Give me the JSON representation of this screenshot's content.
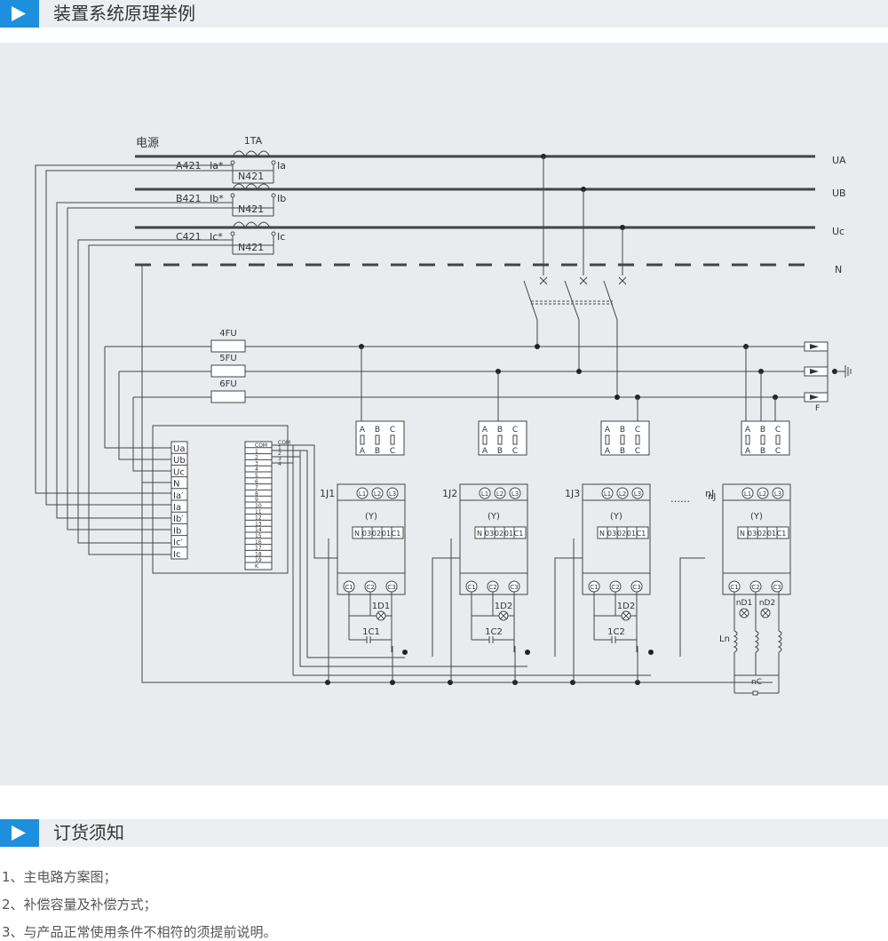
{
  "sections": {
    "principle_title": "装置系统原理举例",
    "order_title": "订货须知"
  },
  "diagram": {
    "power_label": "电源",
    "ct_label": "1TA",
    "phases": [
      {
        "line": "UA",
        "src": "A421",
        "ct_star": "Ia*",
        "ct_out": "Ia",
        "neutral": "N421"
      },
      {
        "line": "UB",
        "src": "B421",
        "ct_star": "Ib*",
        "ct_out": "Ib",
        "neutral": "N421"
      },
      {
        "line": "Uc",
        "src": "C421",
        "ct_star": "Ic*",
        "ct_out": "Ic",
        "neutral": "N421"
      }
    ],
    "neutral_line": "N",
    "fuses": [
      "4FU",
      "5FU",
      "6FU"
    ],
    "controller_terminals": [
      "Ua",
      "Ub",
      "Uc",
      "N",
      "Ia*",
      "Ia",
      "Ib*",
      "Ib",
      "Ic*",
      "Ic"
    ],
    "output_terminals": [
      "COM",
      "1",
      "2",
      "3",
      "4",
      "5",
      "6",
      "7",
      "8",
      "9",
      "10",
      "11",
      "12",
      "13",
      "14",
      "15",
      "16",
      "17",
      "18",
      "19",
      "K"
    ],
    "output_labels": [
      "COM",
      "1",
      "2",
      "3",
      "4"
    ],
    "fuse_block": {
      "top": [
        "A",
        "B",
        "C"
      ],
      "bottom": [
        "A",
        "B",
        "C"
      ]
    },
    "switches": [
      {
        "name": "1J1",
        "indicator": "1D1",
        "cap": "1C1"
      },
      {
        "name": "1J2",
        "indicator": "1D2",
        "cap": "1C2"
      },
      {
        "name": "1J3",
        "indicator": "1D2",
        "cap": "1C2"
      },
      {
        "name": "nJ",
        "indicator": "",
        "cap": ""
      }
    ],
    "switch_terms": {
      "top": [
        "L1",
        "L2",
        "L3"
      ],
      "mode": "(Y)",
      "ctrl": [
        "N",
        "03",
        "02",
        "01",
        "C1"
      ],
      "bottom": [
        "C1",
        "C2",
        "C3"
      ]
    },
    "star_bank": {
      "indicators": [
        "nD1",
        "nD2"
      ],
      "inductor": "Ln",
      "cap": "nC"
    },
    "dots": "……",
    "ground_label": "F"
  },
  "notes": [
    "1、主电路方案图；",
    "2、补偿容量及补偿方式；",
    "3、与产品正常使用条件不相符的须提前说明。"
  ]
}
